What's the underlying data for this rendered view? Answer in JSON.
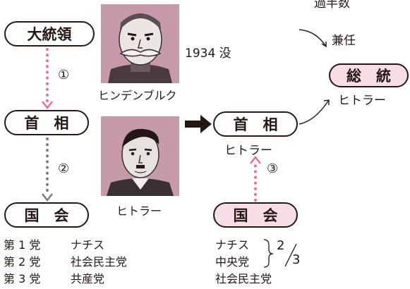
{
  "top_note": "過半数",
  "president_box": "大統領",
  "step1": "①",
  "hindenburg_year": "1934 没",
  "hindenburg_name": "ヒンデンブルク",
  "chancellor_box_left": "首　相",
  "step2": "②",
  "hitler_name_left": "ヒトラー",
  "parliament_box_left": "国　会",
  "parties_left": [
    {
      "rank": "第 1 党",
      "name": "ナチス"
    },
    {
      "rank": "第 2 党",
      "name": "社会民主党"
    },
    {
      "rank": "第 3 党",
      "name": "共産党"
    }
  ],
  "chancellor_box_right": "首　相",
  "chancellor_name_right": "ヒトラー",
  "step3": "③",
  "parliament_box_right": "国　会",
  "parties_right": [
    "ナチス",
    "中央党",
    "社会民主党"
  ],
  "fraction_num": "2",
  "fraction_den": "3",
  "concurrent_label": "兼任",
  "fuhrer_box": "総　統",
  "fuhrer_name": "ヒトラー",
  "colors": {
    "pink": "#e6709a",
    "pink_fill": "#f7dde6",
    "gray": "#7d7d7d",
    "ink": "#231815"
  }
}
